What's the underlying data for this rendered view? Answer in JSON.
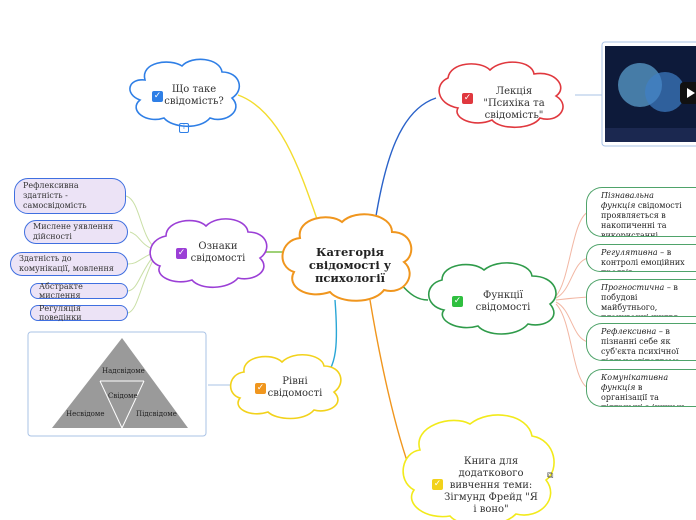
{
  "central": {
    "title": "Категорія свідомості у психології"
  },
  "topics": {
    "what_is": {
      "label": "Що таке свідомість?",
      "check_color": "#2f7fe6",
      "info_icon": "info-icon"
    },
    "lecture": {
      "label": "Лекція \"Психіка та свідомість\"",
      "check_color": "#e0383e"
    },
    "signs": {
      "label": "Ознаки свідомості",
      "check_color": "#9b3fd6"
    },
    "functions": {
      "label": "Функції свідомості",
      "check_color": "#2fbf3f"
    },
    "levels": {
      "label": "Рівні свідомості",
      "check_color": "#f0961e"
    },
    "book": {
      "label": "Книга для додаткового вивчення теми: Зігмунд Фрейд \"Я і воно\"",
      "check_color": "#f2d21b",
      "link_icon": "external-link-icon"
    }
  },
  "sign_items": [
    "Рефлексивна здатність - самосвідомість",
    "Мислене уявлення дійсності",
    "Здатність до комунікації, мовлення",
    "Абстракте мислення",
    "Регуляція поведінки"
  ],
  "function_items": [
    {
      "term": "Пізнавальна функція",
      "rest": " свідомості проявляється в накопиченні та використанні інформації навколишньої дійсності"
    },
    {
      "term": "Регулятивна",
      "rest": " – в контролі емоційних проявів"
    },
    {
      "term": "Прогностична",
      "rest": " – в побудові майбутнього, плануванні життя"
    },
    {
      "term": "Рефлексивна",
      "rest": " – в пізнанні себе як суб'єкта психічної діяльностіподтема"
    },
    {
      "term": "Комунікативна функція",
      "rest": " в організації та підтримці з іншими людьми"
    }
  ],
  "pyramid": {
    "top": "Надсвідоме",
    "middle": "Свідоме",
    "left": "Несвідоме",
    "right": "Підсвідоме"
  },
  "colors": {
    "what_is": "#2f7fe6",
    "lecture": "#e0383e",
    "signs": "#9b3fd6",
    "functions": "#2f9b4a",
    "levels": "#f0961e",
    "book": "#f2d21b",
    "central": "#f0961e"
  }
}
